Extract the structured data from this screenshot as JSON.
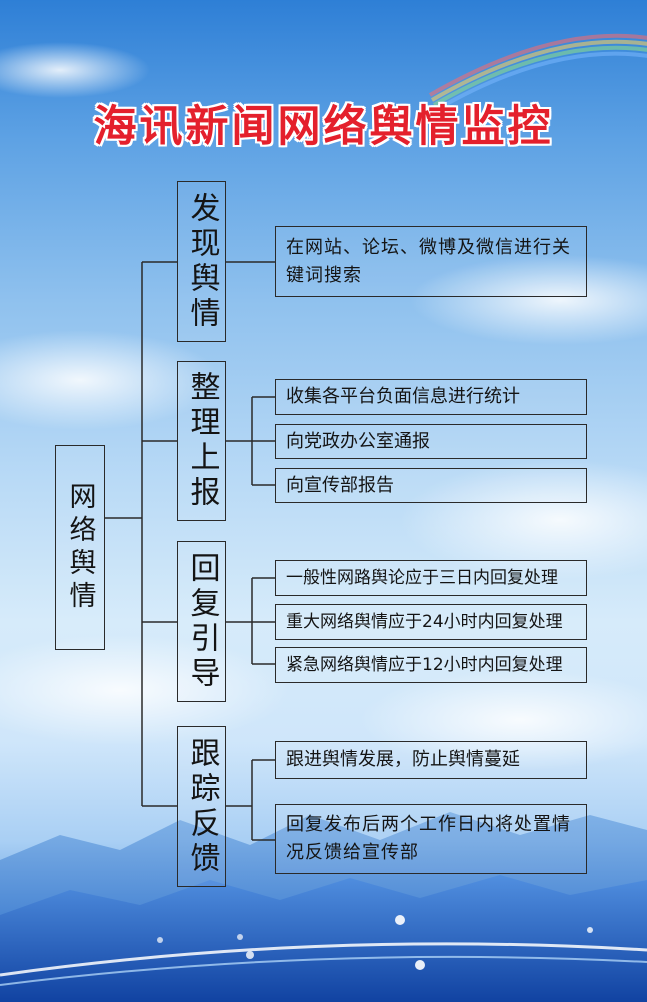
{
  "title": "海讯新闻网络舆情监控",
  "root": {
    "label": "网络舆情"
  },
  "categories": [
    {
      "label": "发现舆情",
      "items": [
        "在网站、论坛、微博及微信进行关键词搜索"
      ]
    },
    {
      "label": "整理上报",
      "items": [
        "收集各平台负面信息进行统计",
        "向党政办公室通报",
        "向宣传部报告"
      ]
    },
    {
      "label": "回复引导",
      "items": [
        "一般性网路舆论应于三日内回复处理",
        "重大网络舆情应于24小时内回复处理",
        "紧急网络舆情应于12小时内回复处理"
      ]
    },
    {
      "label": "跟踪反馈",
      "items": [
        "跟进舆情发展，防止舆情蔓延",
        "回复发布后两个工作日内将处置情况反馈给宣传部"
      ]
    }
  ]
}
